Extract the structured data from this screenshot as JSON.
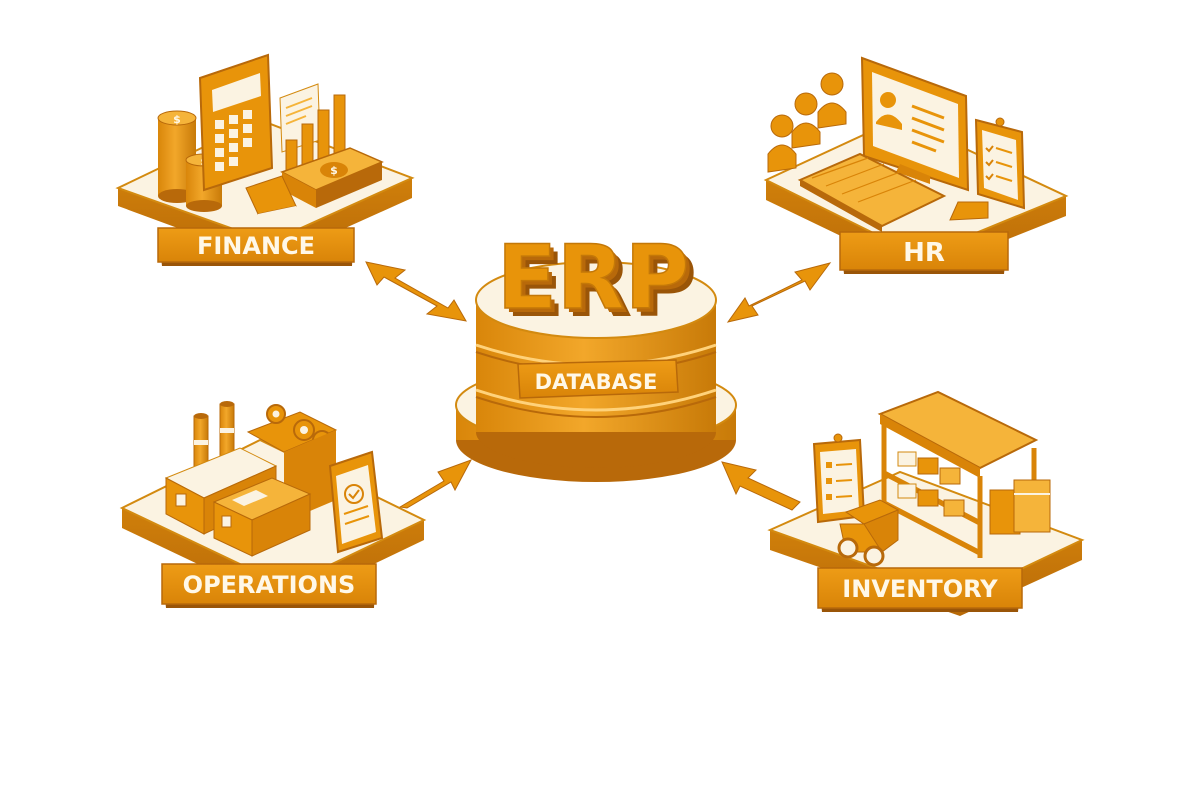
{
  "diagram": {
    "colors": {
      "primary": "#E8940A",
      "dark": "#B8690A",
      "darker": "#9A5508",
      "light": "#F5B43A",
      "cream": "#FBF3E2",
      "label_text": "#FFF8E8",
      "background": "#FFFFFF"
    },
    "center": {
      "title": "ERP",
      "subtitle": "DATABASE",
      "icon": "database-cylinder-icon"
    },
    "modules": [
      {
        "id": "finance",
        "label": "FINANCE",
        "position": "top-left",
        "icons": [
          "coin-stack-icon",
          "calculator-icon",
          "bar-chart-icon",
          "report-document-icon",
          "cash-money-icon",
          "ledger-book-icon"
        ],
        "arrow": "bidirectional"
      },
      {
        "id": "hr",
        "label": "HR",
        "position": "top-right",
        "icons": [
          "people-group-icon",
          "monitor-profile-icon",
          "keyboard-icon",
          "clipboard-checklist-icon",
          "mouse-icon"
        ],
        "arrow": "bidirectional"
      },
      {
        "id": "operations",
        "label": "OPERATIONS",
        "position": "bottom-left",
        "icons": [
          "factory-icon",
          "gear-icon",
          "machine-box-icon",
          "clipboard-check-icon"
        ],
        "arrow": "to-center"
      },
      {
        "id": "inventory",
        "label": "INVENTORY",
        "position": "bottom-right",
        "icons": [
          "warehouse-shelf-icon",
          "boxes-icon",
          "forklift-icon",
          "clipboard-checklist-icon"
        ],
        "arrow": "to-center"
      }
    ]
  }
}
